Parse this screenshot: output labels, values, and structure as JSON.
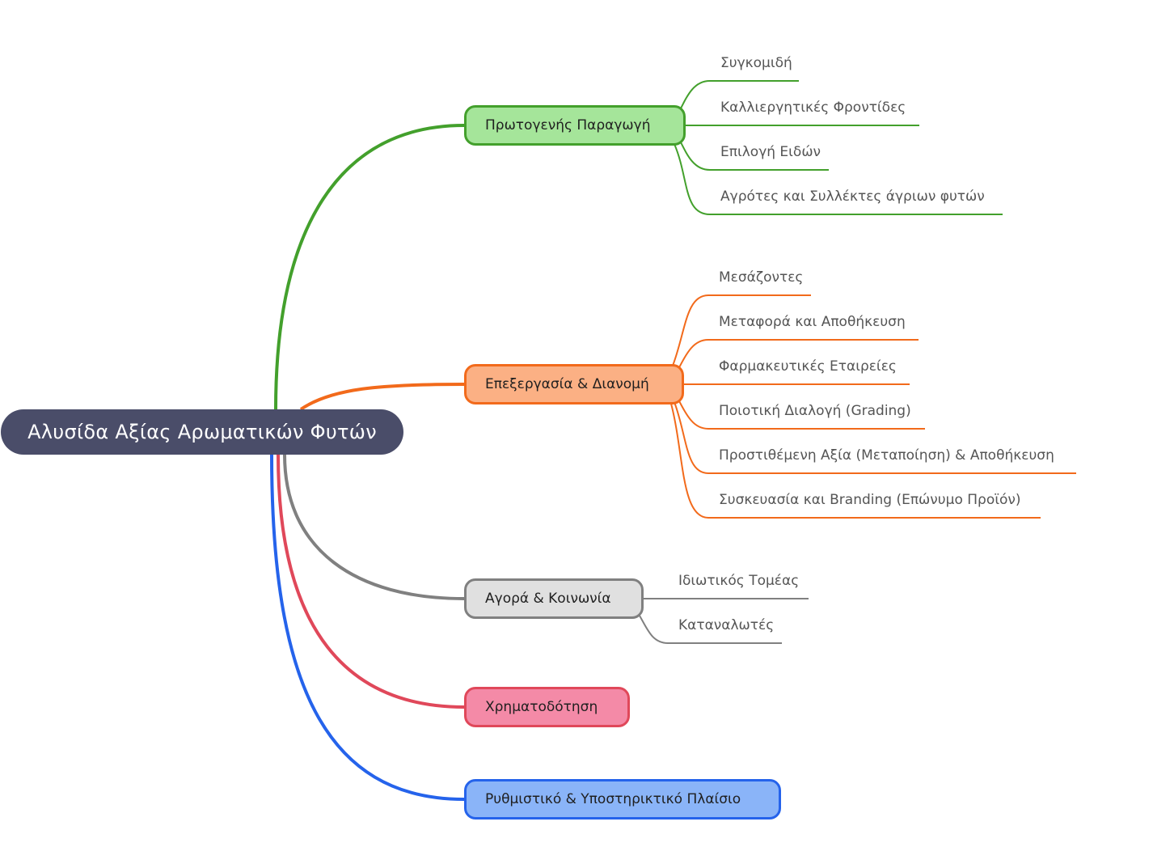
{
  "root": {
    "label": "Αλυσίδα Αξίας Αρωματικών Φυτών",
    "color": "#4a4d69"
  },
  "branches": [
    {
      "label": "Πρωτογενής Παραγωγή",
      "stroke": "#43a02c",
      "fill": "#a5e59a",
      "children": [
        "Συγκομιδή",
        "Καλλιεργητικές Φροντίδες",
        "Επιλογή Ειδών",
        "Αγρότες και Συλλέκτες άγριων φυτών"
      ]
    },
    {
      "label": "Επεξεργασία & Διανομή",
      "stroke": "#f26a1b",
      "fill": "#fbb084",
      "children": [
        "Μεσάζοντες",
        "Μεταφορά και Αποθήκευση",
        "Φαρμακευτικές Εταιρείες",
        "Ποιοτική Διαλογή (Grading)",
        "Προστιθέμενη Αξία (Μεταποίηση) & Αποθήκευση",
        "Συσκευασία και Branding (Επώνυμο Προϊόν)"
      ]
    },
    {
      "label": "Αγορά & Κοινωνία",
      "stroke": "#808080",
      "fill": "#e0e0e0",
      "children": [
        "Ιδιωτικός Τομέας",
        "Καταναλωτές"
      ]
    },
    {
      "label": "Χρηματοδότηση",
      "stroke": "#e0485a",
      "fill": "#f48aa7",
      "children": []
    },
    {
      "label": "Ρυθμιστικό & Υποστηρικτικό Πλαίσιο",
      "stroke": "#2563eb",
      "fill": "#8ab4f8",
      "children": []
    }
  ]
}
